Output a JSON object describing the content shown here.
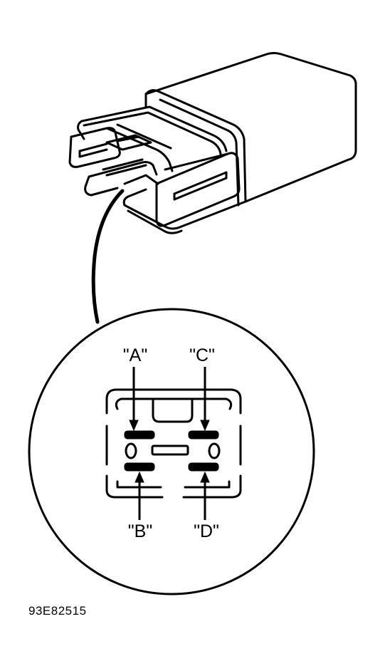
{
  "figure_number": "93E82515",
  "terminals": [
    {
      "id": "A",
      "label": "\"A\""
    },
    {
      "id": "B",
      "label": "\"B\""
    },
    {
      "id": "C",
      "label": "\"C\""
    },
    {
      "id": "D",
      "label": "\"D\""
    }
  ],
  "colors": {
    "ink": "#000000",
    "paper": "#ffffff"
  }
}
